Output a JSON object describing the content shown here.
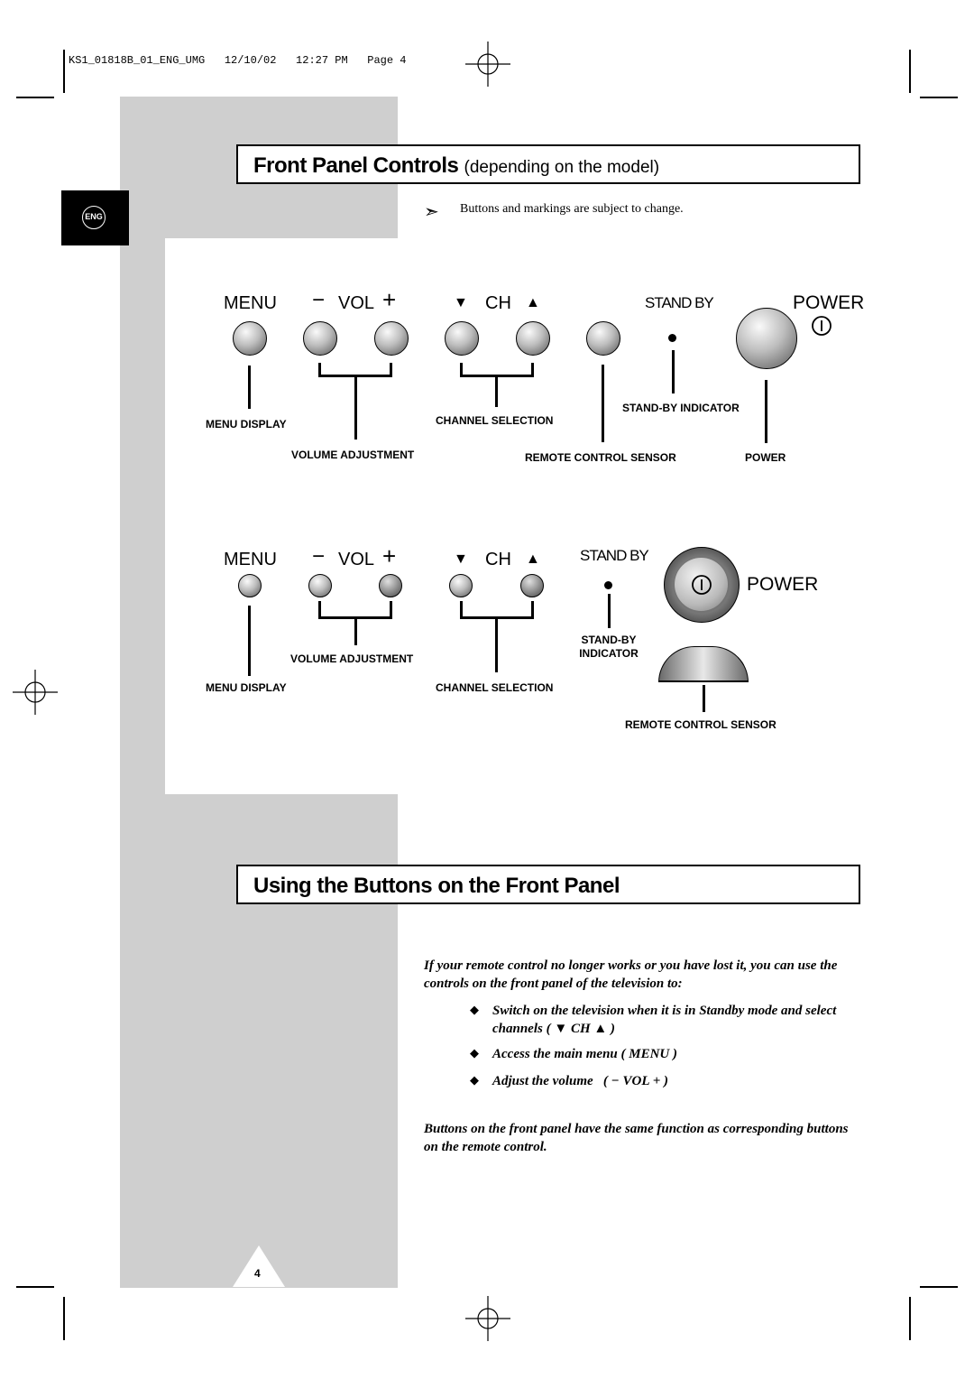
{
  "slug": "KS1_01818B_01_ENG_UMG   12/10/02   12:27 PM   Page 4",
  "lang_badge": "ENG",
  "section1": {
    "title": "Front Panel Controls",
    "subtitle": "(depending on the model)",
    "note": "Buttons and markings are subject to change."
  },
  "panel_a": {
    "menu": "MENU",
    "vol_minus": "−",
    "vol": "VOL",
    "vol_plus": "+",
    "ch_down": "▼",
    "ch": "CH",
    "ch_up": "▲",
    "standby": "STAND BY",
    "power": "POWER",
    "labels": {
      "menu_display": "MENU DISPLAY",
      "volume_adjustment": "VOLUME ADJUSTMENT",
      "channel_selection": "CHANNEL SELECTION",
      "standby_indicator": "STAND-BY INDICATOR",
      "remote_sensor": "REMOTE CONTROL SENSOR",
      "power": "POWER"
    }
  },
  "panel_b": {
    "menu": "MENU",
    "vol_minus": "−",
    "vol": "VOL",
    "vol_plus": "+",
    "ch_down": "▼",
    "ch": "CH",
    "ch_up": "▲",
    "standby": "STAND BY",
    "power": "POWER",
    "labels": {
      "volume_adjustment": "VOLUME ADJUSTMENT",
      "menu_display": "MENU DISPLAY",
      "channel_selection": "CHANNEL SELECTION",
      "standby_indicator_1": "STAND-BY",
      "standby_indicator_2": "INDICATOR",
      "remote_sensor": "REMOTE CONTROL SENSOR"
    }
  },
  "section2": {
    "title": "Using the Buttons on the Front Panel",
    "intro": "If your remote control no longer works or you have lost it, you can use the controls on the front panel of the television to:",
    "bullets": [
      "Switch on the television when it is in Standby mode and select channels ( ▼ CH ▲ )",
      "Access the main menu ( MENU )",
      "Adjust the volume   ( − VOL + )"
    ],
    "outro": "Buttons on the front panel have the same function as corresponding buttons on the remote control."
  },
  "page_number": "4"
}
